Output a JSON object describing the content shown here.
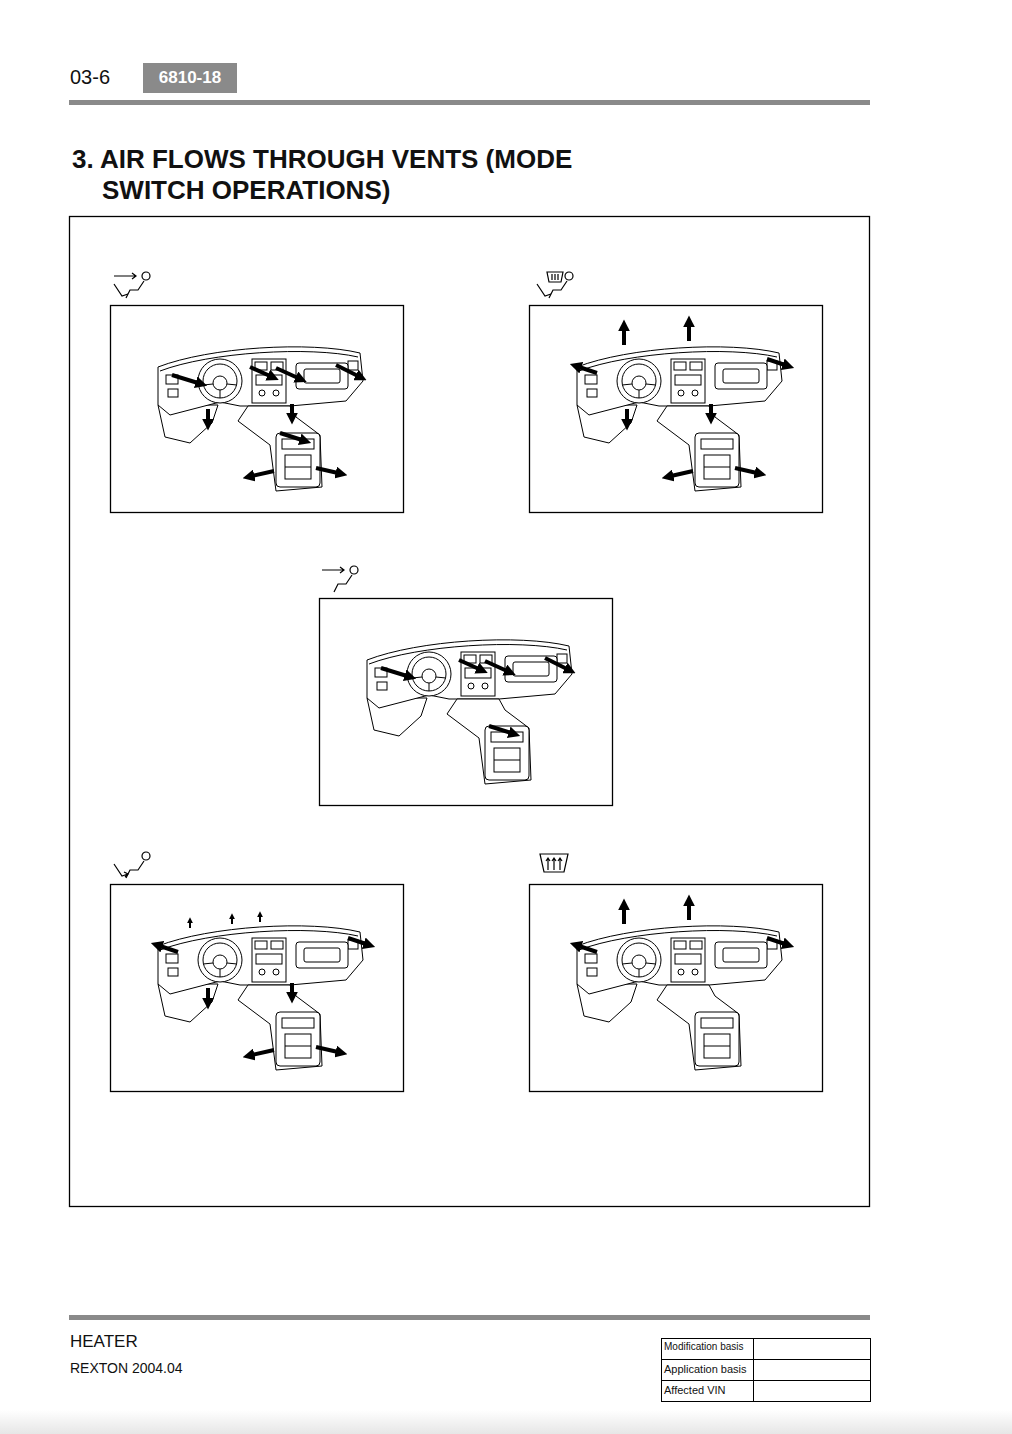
{
  "diagram": {
    "title": "3. AIR FLOWS THROUGH VENTS (MODE SWITCH OPERATIONS)",
    "nodes": [
      {
        "text": [
          "6810-18"
        ]
      }
    ],
    "labels": [
      "03-6",
      "HEATER",
      "REXTON 2004.04",
      "Modification basis",
      "Application basis",
      "Affected VIN"
    ]
  }
}
